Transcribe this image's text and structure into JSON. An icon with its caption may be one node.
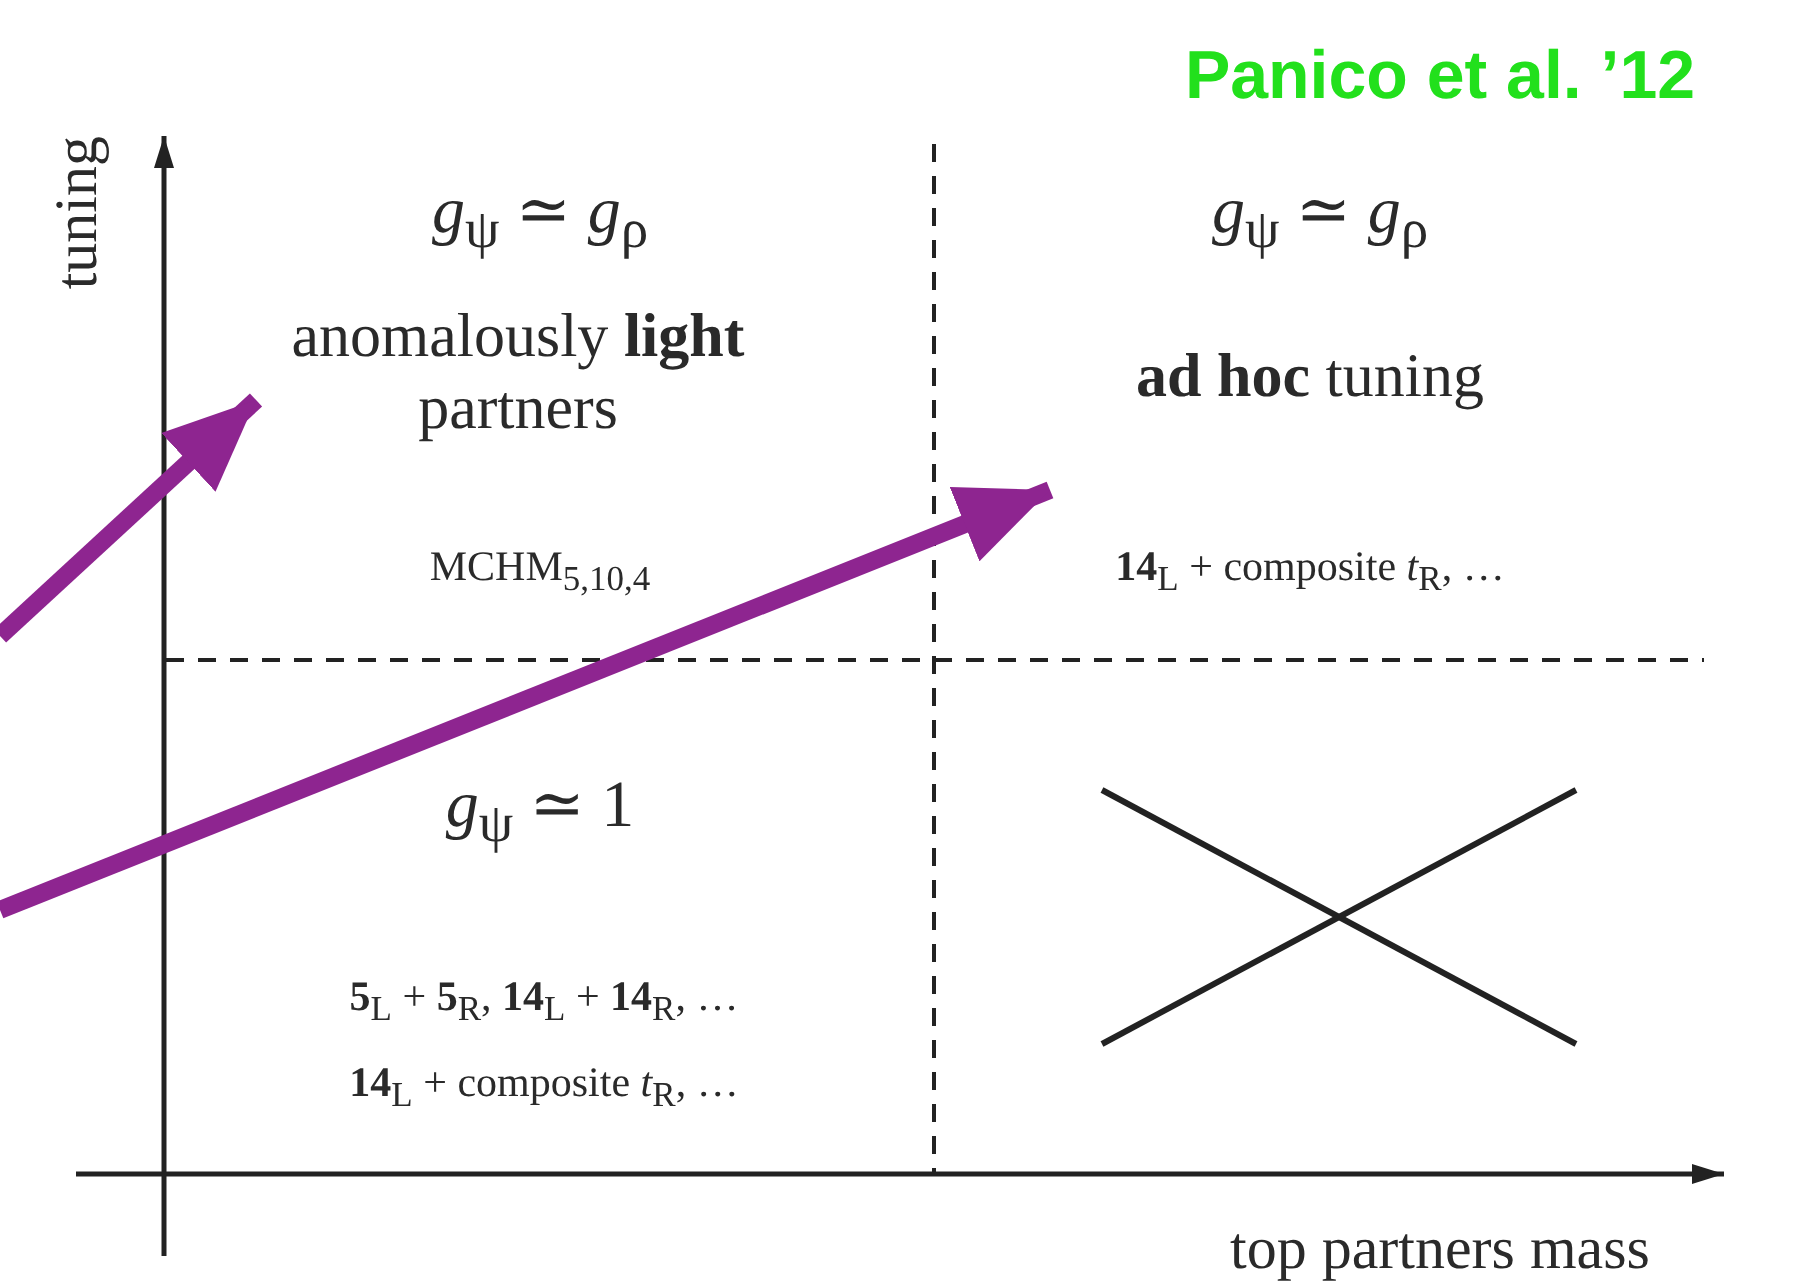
{
  "diagram": {
    "nodes": [
      {
        "text": [
          "anomalously **light** partners"
        ]
      },
      {
        "text": [
          "**ad hoc** tuning"
        ]
      }
    ],
    "edges": [
      {
        "from": null,
        "to": 0,
        "arrow": "to"
      },
      {
        "from": null,
        "to": 1,
        "arrow": "to"
      }
    ],
    "labels": [
      "Panico et al. ’12",
      "tuning",
      "*g*$_{ψ}$ ≃ *g*$_{ρ}$",
      "*g*$_{ψ}$ ≃ *g*$_{ρ}$",
      "MCHM$_{5,10,4}$",
      "**14**$_{L}$ + composite *t*$_{R}$, …",
      "*g*$_{ψ}$ ≃ 1",
      "**5**$_{L}$ + **5**$_{R}$, **14**$_{L}$ + **14**$_{R}$, …",
      "**14**$_{L}$ + composite *t*$_{R}$, …",
      "top partners mass"
    ]
  }
}
